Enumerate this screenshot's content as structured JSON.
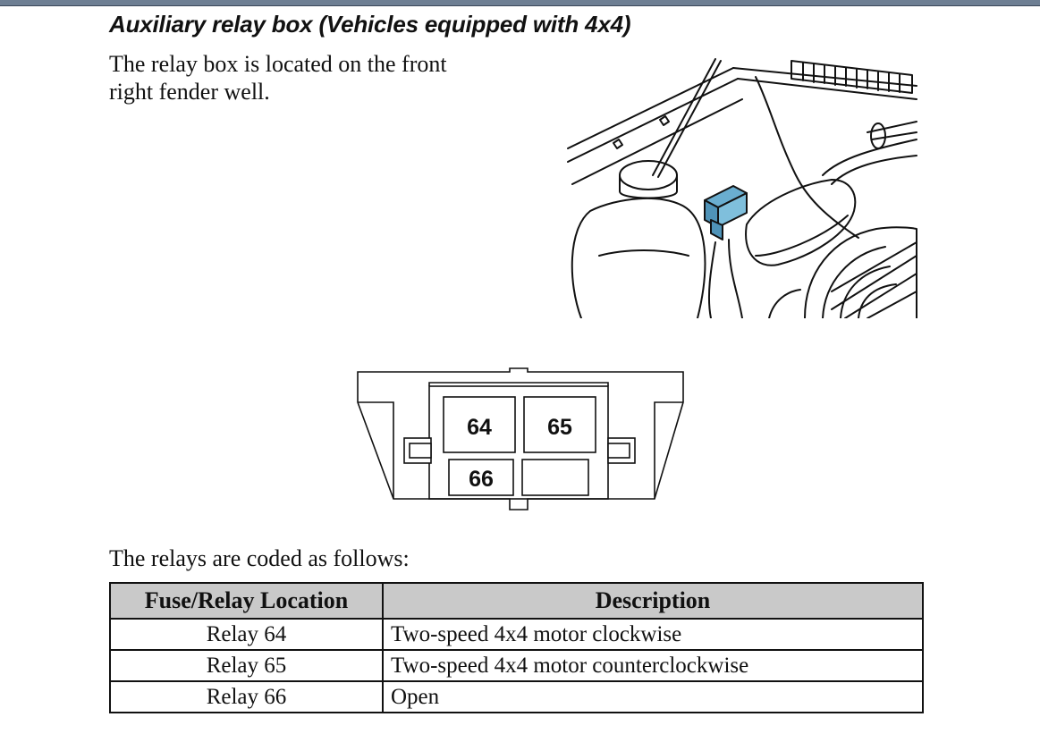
{
  "section_title": "Auxiliary relay box (Vehicles equipped with 4x4)",
  "intro_line1": "The relay box is located on the front",
  "intro_line2": "right fender well.",
  "diagram": {
    "relay_labels": [
      "64",
      "65",
      "66"
    ],
    "highlight_color": "#6aaed0"
  },
  "relays_intro": "The relays are coded as follows:",
  "table": {
    "headers": [
      "Fuse/Relay Location",
      "Description"
    ],
    "rows": [
      {
        "location": "Relay 64",
        "description": "Two-speed 4x4 motor clockwise"
      },
      {
        "location": "Relay 65",
        "description": "Two-speed 4x4 motor counterclockwise"
      },
      {
        "location": "Relay 66",
        "description": "Open"
      }
    ]
  }
}
